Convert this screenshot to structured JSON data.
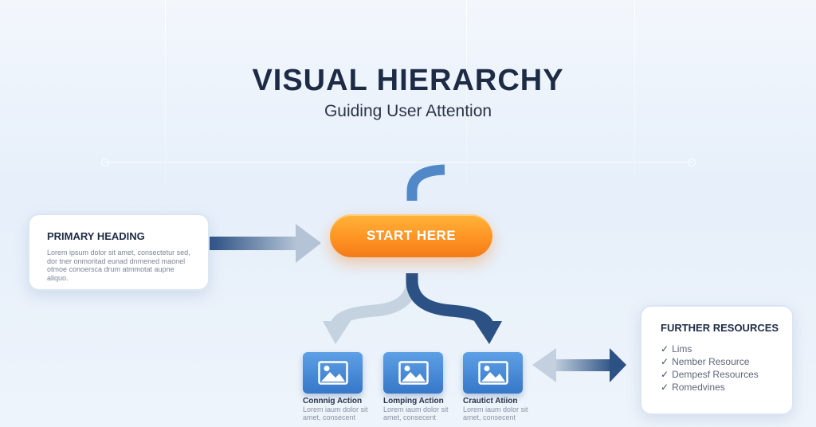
{
  "header": {
    "title": "VISUAL HIERARCHY",
    "subtitle": "Guiding User Attention"
  },
  "primary_card": {
    "heading": "PRIMARY HEADING",
    "body": "Lorem ipsum dolor sit amet, consectetur sed, dor tner onmoritad eunad dnmened maonel otmoe conoersca drum atmmotat aupne aliquo."
  },
  "cta": {
    "label": "START HERE"
  },
  "actions": [
    {
      "label": "Connnig Action",
      "sub": "Lorem iaum dolor sit amet, consecent",
      "icon": "image-icon"
    },
    {
      "label": "Lomping Action",
      "sub": "Lorem iaum dolor sit amet, consecent",
      "icon": "image-icon"
    },
    {
      "label": "Crautict Atiion",
      "sub": "Lorem iaum dolor sit amet, consecent",
      "icon": "image-icon"
    }
  ],
  "resources": {
    "heading": "FURTHER RESOURCES",
    "items": [
      "Lims",
      "Nember Resource",
      "Dempesf Resources",
      "Romedvines"
    ]
  },
  "colors": {
    "accent_orange": "#ff9424",
    "dark_blue": "#2c5184",
    "light_blue": "#a9bdd3",
    "mid_blue": "#3677c8"
  }
}
